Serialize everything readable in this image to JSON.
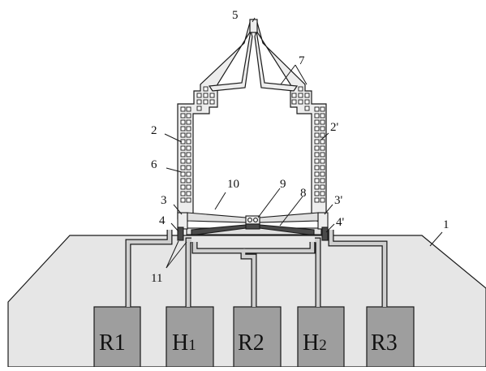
{
  "diagram": {
    "callouts": [
      "1",
      "2",
      "2'",
      "3",
      "3'",
      "4",
      "4'",
      "5",
      "6",
      "7",
      "8",
      "9",
      "10",
      "11"
    ],
    "pads": [
      {
        "main": "R",
        "sub": "1"
      },
      {
        "main": "H",
        "sub": "1"
      },
      {
        "main": "R",
        "sub": "2"
      },
      {
        "main": "H",
        "sub": "2"
      },
      {
        "main": "R",
        "sub": "3"
      }
    ],
    "colors": {
      "substrate": "#e6e6e6",
      "pad": "#9e9e9e",
      "trace": "#cfcfcf",
      "frame": "#ededed",
      "heater": "#4a4a4a",
      "outline": "#1a1a1a"
    }
  }
}
